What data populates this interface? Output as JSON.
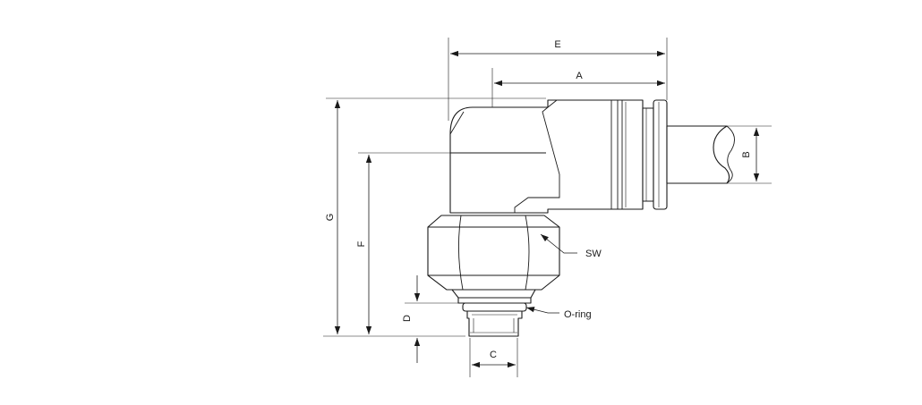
{
  "labels": {
    "E": "E",
    "A": "A",
    "B": "B",
    "G": "G",
    "F": "F",
    "D": "D",
    "C": "C",
    "SW": "SW",
    "oring": "O-ring"
  }
}
